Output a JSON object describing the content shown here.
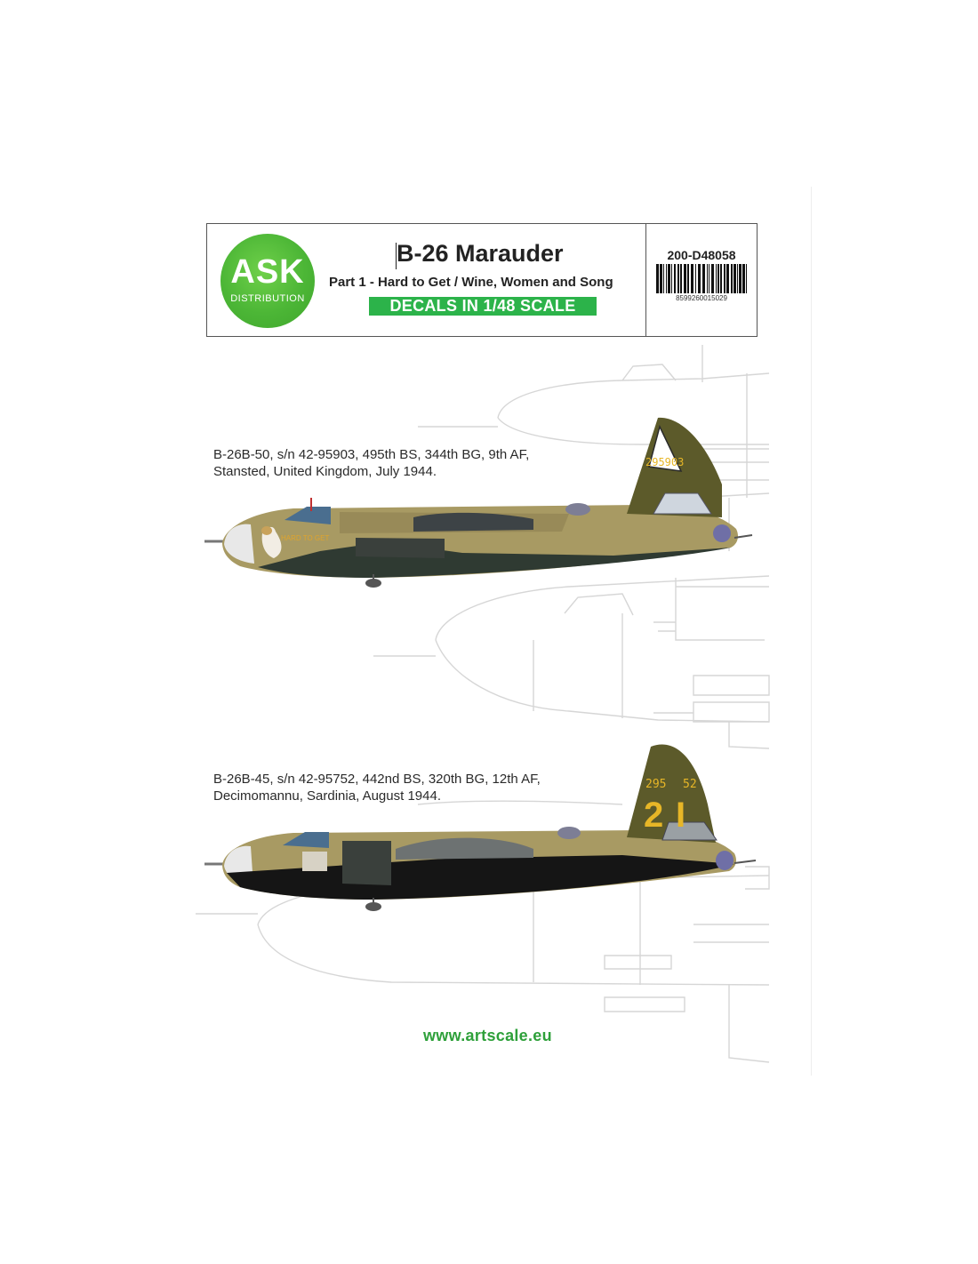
{
  "header": {
    "logo_main": "ASK",
    "logo_sub": "DISTRIBUTION",
    "title": "B-26 Marauder",
    "subtitle": "Part 1 - Hard to Get / Wine, Women and Song",
    "scale_badge": "DECALS IN 1/48 SCALE",
    "product_code": "200-D48058",
    "barcode_number": "8599260015029"
  },
  "profiles": [
    {
      "caption_line1": "B-26B-50, s/n 42-95903, 495th BS, 344th BG, 9th AF,",
      "caption_line2": "Stansted, United Kingdom, July 1944.",
      "tail_serial": "295903",
      "nose_art_label": "HARD TO GET"
    },
    {
      "caption_line1": "B-26B-45, s/n 42-95752, 442nd BS, 320th BG, 12th AF,",
      "caption_line2": "Decimomannu, Sardinia, August 1944.",
      "tail_serial_left": "295",
      "tail_serial_right": "52",
      "tail_code": "2",
      "tail_letter": "I"
    }
  ],
  "footer": {
    "website": "www.artscale.eu"
  },
  "colors": {
    "olive_drab": "#5c5a2a",
    "tan": "#a89a63",
    "dark_green": "#2f3a32",
    "black": "#151515",
    "ask_green": "#4cb636",
    "badge_green": "#2cb34a",
    "tail_yellow": "#e7b627",
    "website_green": "#2ea03a"
  }
}
